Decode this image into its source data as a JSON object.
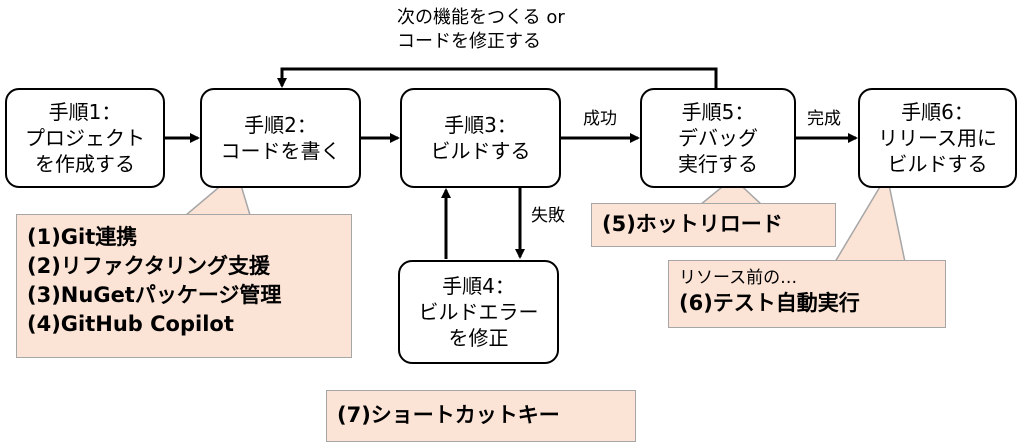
{
  "steps": {
    "step1": [
      "手順1：",
      "プロジェクト",
      "を作成する"
    ],
    "step2": [
      "手順2：",
      "コードを書く"
    ],
    "step3": [
      "手順3：",
      "ビルドする"
    ],
    "step4": [
      "手順4：",
      "ビルドエラー",
      "を修正"
    ],
    "step5": [
      "手順5：",
      "デバッグ",
      "実行する"
    ],
    "step6": [
      "手順6：",
      "リリース用に",
      "ビルドする"
    ]
  },
  "edge_labels": {
    "loop": [
      "次の機能をつくる or",
      "コードを修正する"
    ],
    "success": "成功",
    "failure": "失敗",
    "complete": "完成"
  },
  "callouts": {
    "tools": [
      "(1)Git連携",
      "(2)リファクタリング支援",
      "(3)NuGetパッケージ管理",
      "(4)GitHub Copilot"
    ],
    "hot_reload": "(5)ホットリロード",
    "test_note": "リソース前の…",
    "test": "(6)テスト自動実行",
    "shortcut": "(7)ショートカットキー"
  },
  "colors": {
    "callout_fill": "#fbe3d6",
    "callout_border": "#a6a6a6",
    "line": "#000000"
  }
}
